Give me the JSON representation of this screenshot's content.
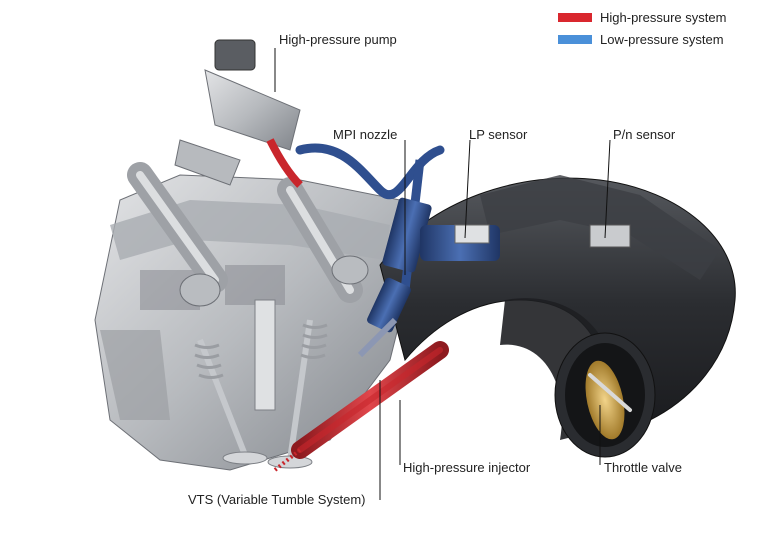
{
  "legend": {
    "items": [
      {
        "label": "High-pressure system",
        "color": "#d9272e"
      },
      {
        "label": "Low-pressure system",
        "color": "#4a90d9"
      }
    ]
  },
  "labels": {
    "high_pressure_pump": "High-pressure pump",
    "mpi_nozzle": "MPI nozzle",
    "lp_sensor": "LP sensor",
    "pn_sensor": "P/n sensor",
    "high_pressure_injector": "High-pressure injector",
    "throttle_valve": "Throttle valve",
    "vts": "VTS (Variable Tumble System)"
  },
  "colors": {
    "metal_light": "#c9cbce",
    "metal_dark": "#7d8086",
    "intake_plastic": "#2b2d31",
    "high_pressure": "#c9262c",
    "low_pressure": "#2f4f8f",
    "throttle_brass": "#c9a24a"
  }
}
